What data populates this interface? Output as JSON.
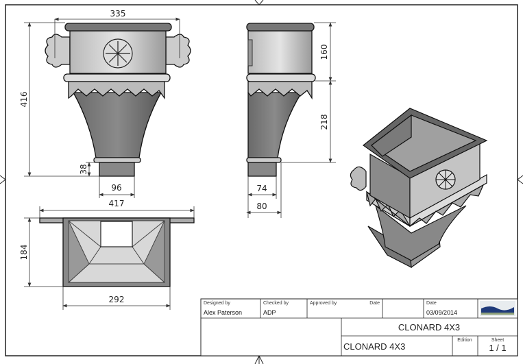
{
  "drawing": {
    "front_view": {
      "width_dim": "335",
      "height_dim": "416",
      "outlet_height_dim": "38",
      "outlet_width_dim": "96"
    },
    "top_view": {
      "flange_width_dim": "417",
      "depth_dim": "184",
      "body_width_dim": "292"
    },
    "side_view": {
      "upper_height_dim": "160",
      "lower_height_dim": "218",
      "outlet_width_dim": "74",
      "collar_width_dim": "80"
    }
  },
  "title_block": {
    "designed_by_label": "Designed by",
    "designed_by": "Alex Paterson",
    "checked_by_label": "Checked by",
    "checked_by": "ADP",
    "approved_by_label": "Approved by",
    "approved_date_label": "Date",
    "date_label": "Date",
    "date": "03/09/2014",
    "title": "CLONARD 4X3",
    "drawing_name": "CLONARD 4X3",
    "edition_label": "Edition",
    "sheet_label": "Sheet",
    "sheet": "1 / 1"
  }
}
